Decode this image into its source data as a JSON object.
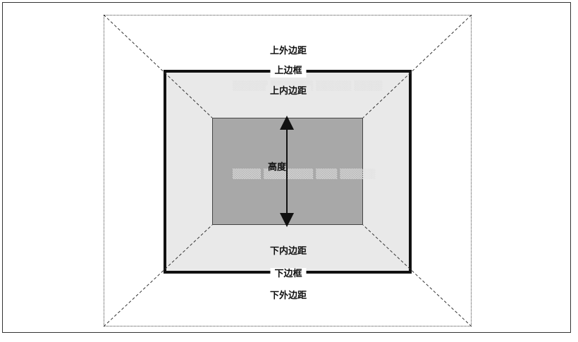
{
  "labels": {
    "top_margin": "上外边距",
    "top_border": "上边框",
    "top_padding": "上内边距",
    "height": "高度",
    "bottom_padding": "下内边距",
    "bottom_border": "下边框",
    "bottom_margin": "下外边距"
  }
}
